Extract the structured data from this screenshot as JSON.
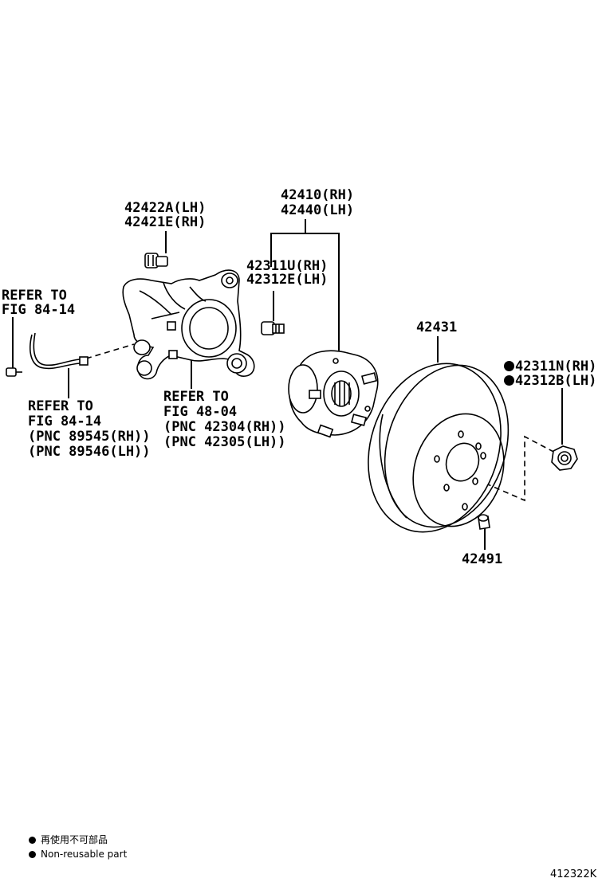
{
  "labels": {
    "caliper_bolt": [
      "42422A(LH)",
      "42421E(RH)"
    ],
    "hub_unit": [
      "42410(RH)",
      "42440(LH)"
    ],
    "hub_bolt": [
      "42311U(RH)",
      "42312E(LH)"
    ],
    "refer_left": [
      "REFER TO",
      "FIG 84-14"
    ],
    "disc": "42431",
    "hub_nut": [
      "42311N(RH)",
      "42312B(LH)"
    ],
    "refer_sensor": [
      "REFER TO",
      "FIG 84-14",
      "(PNC 89545(RH))",
      "(PNC 89546(LH))"
    ],
    "refer_knuckle": [
      "REFER TO",
      "FIG 48-04",
      "(PNC 42304(RH))",
      "(PNC 42305(LH))"
    ],
    "plug": "42491"
  },
  "legend": {
    "line_jp": "再使用不可部品",
    "line_en": "Non-reusable part"
  },
  "figure_code": "412322K"
}
